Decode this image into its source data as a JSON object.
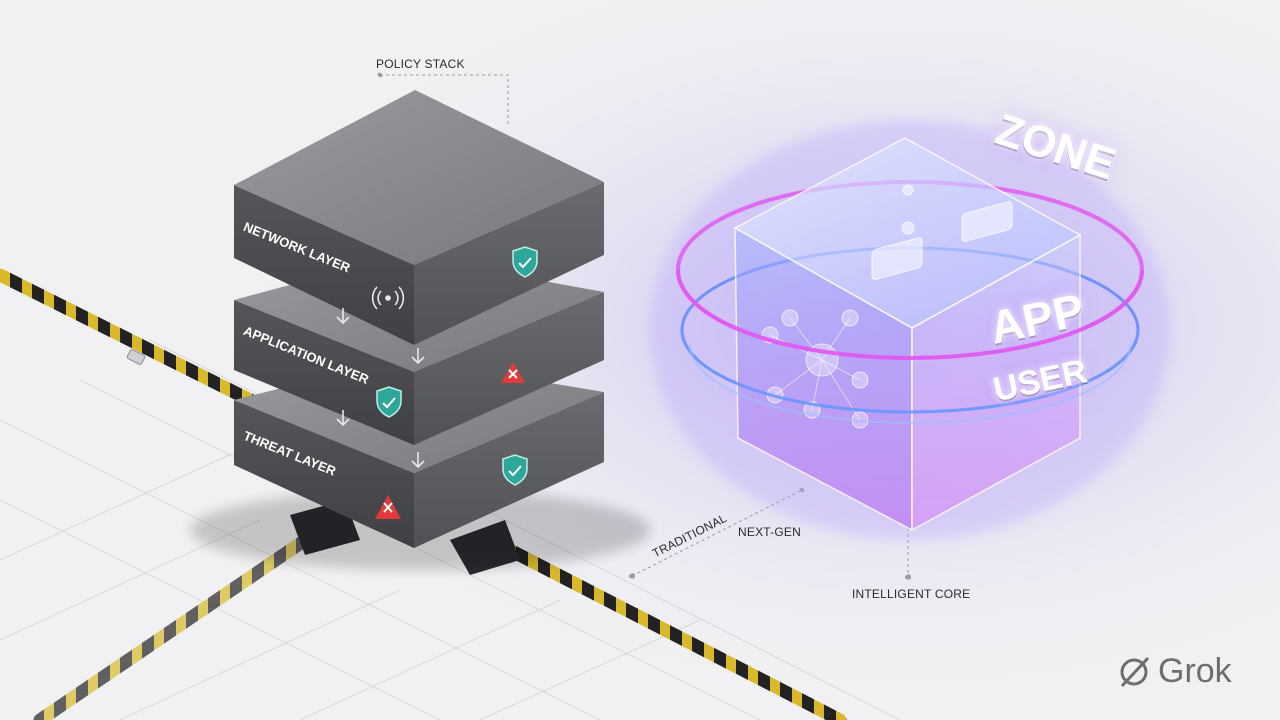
{
  "labels": {
    "policy_stack": "POLICY STACK",
    "network_layer": "NETWORK LAYER",
    "application_layer": "APPLICATION LAYER",
    "threat_layer": "THREAT LAYER",
    "traditional": "TRADITIONAL",
    "next_gen": "NEXT-GEN",
    "intelligent_core": "INTELLIGENT CORE",
    "zone": "ZONE",
    "app": "APP",
    "user": "USER"
  },
  "brand": {
    "name": "Grok",
    "icon": "grok-logo-icon"
  },
  "icons": [
    "shield-check-icon",
    "wireless-signal-icon",
    "warning-x-icon",
    "arrow-down-icon"
  ],
  "colors": {
    "layer_gray": "#5f6064",
    "layer_top": "#8a8b8f",
    "shield_teal": "#2fa69a",
    "warning_red": "#e23a3a",
    "ring_pink": "#e05bf0",
    "ring_blue": "#4f7dff",
    "cable_yellow": "#d9b92a"
  }
}
